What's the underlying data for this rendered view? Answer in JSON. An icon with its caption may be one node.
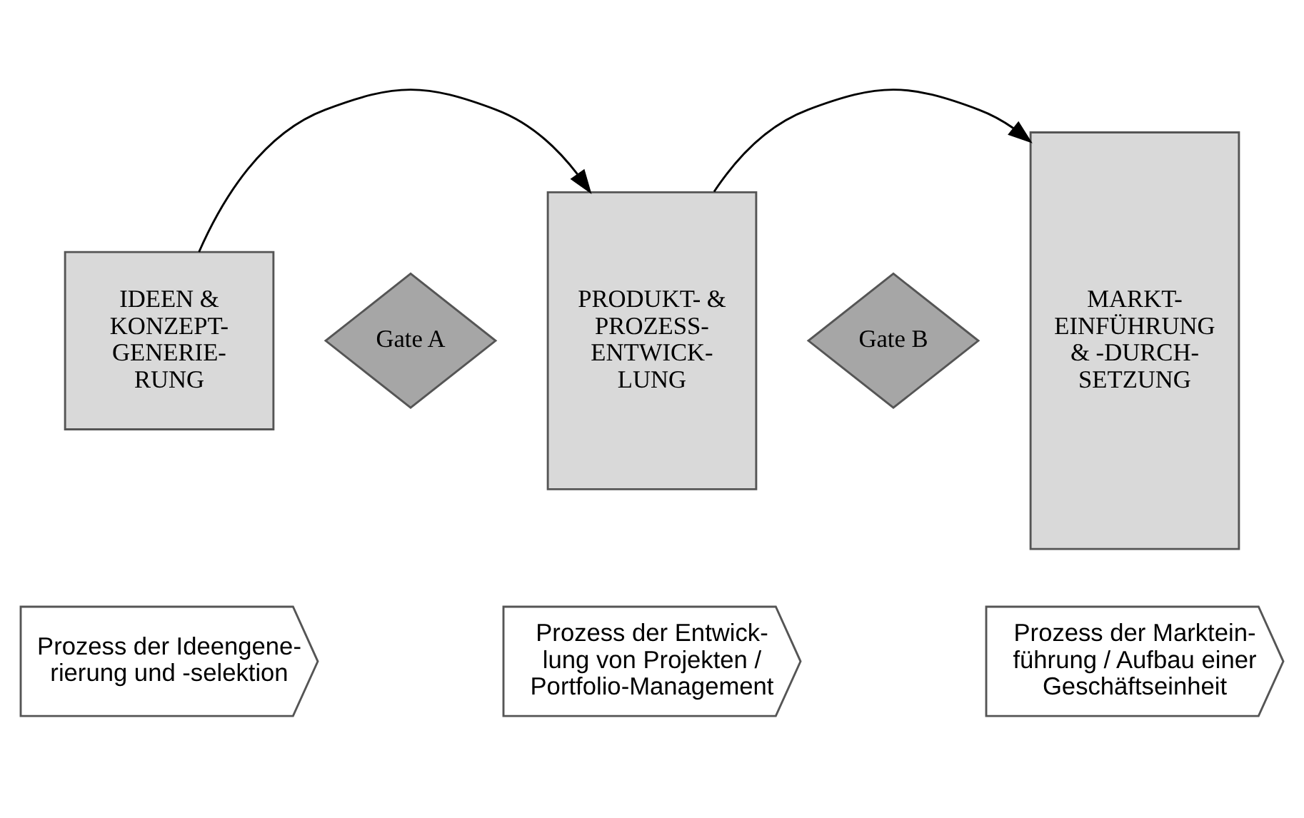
{
  "diagram": {
    "nodes": [
      {
        "text": [
          "IDEEN & KONZEPT- GENERIE- RUNG"
        ]
      },
      {
        "text": [
          "Gate A"
        ]
      },
      {
        "text": [
          "PRODUKT- & PROZESS- ENTWICK- LUNG"
        ]
      },
      {
        "text": [
          "Gate B"
        ]
      },
      {
        "text": [
          "MARKT- EINFÜHRUNG & -DURCH- SETZUNG"
        ]
      },
      {
        "text": [
          "Prozess der Ideengene- rierung und -selektion"
        ]
      },
      {
        "text": [
          "Prozess der Entwick- lung von Projekten / Portfolio-Management"
        ]
      },
      {
        "text": [
          "Prozess der Marktein- führung / Aufbau einer Geschäftseinheit"
        ]
      }
    ],
    "edges": [
      {
        "from": 0,
        "to": 2,
        "arrow": "to"
      },
      {
        "from": 2,
        "to": 4,
        "arrow": "to"
      }
    ]
  }
}
